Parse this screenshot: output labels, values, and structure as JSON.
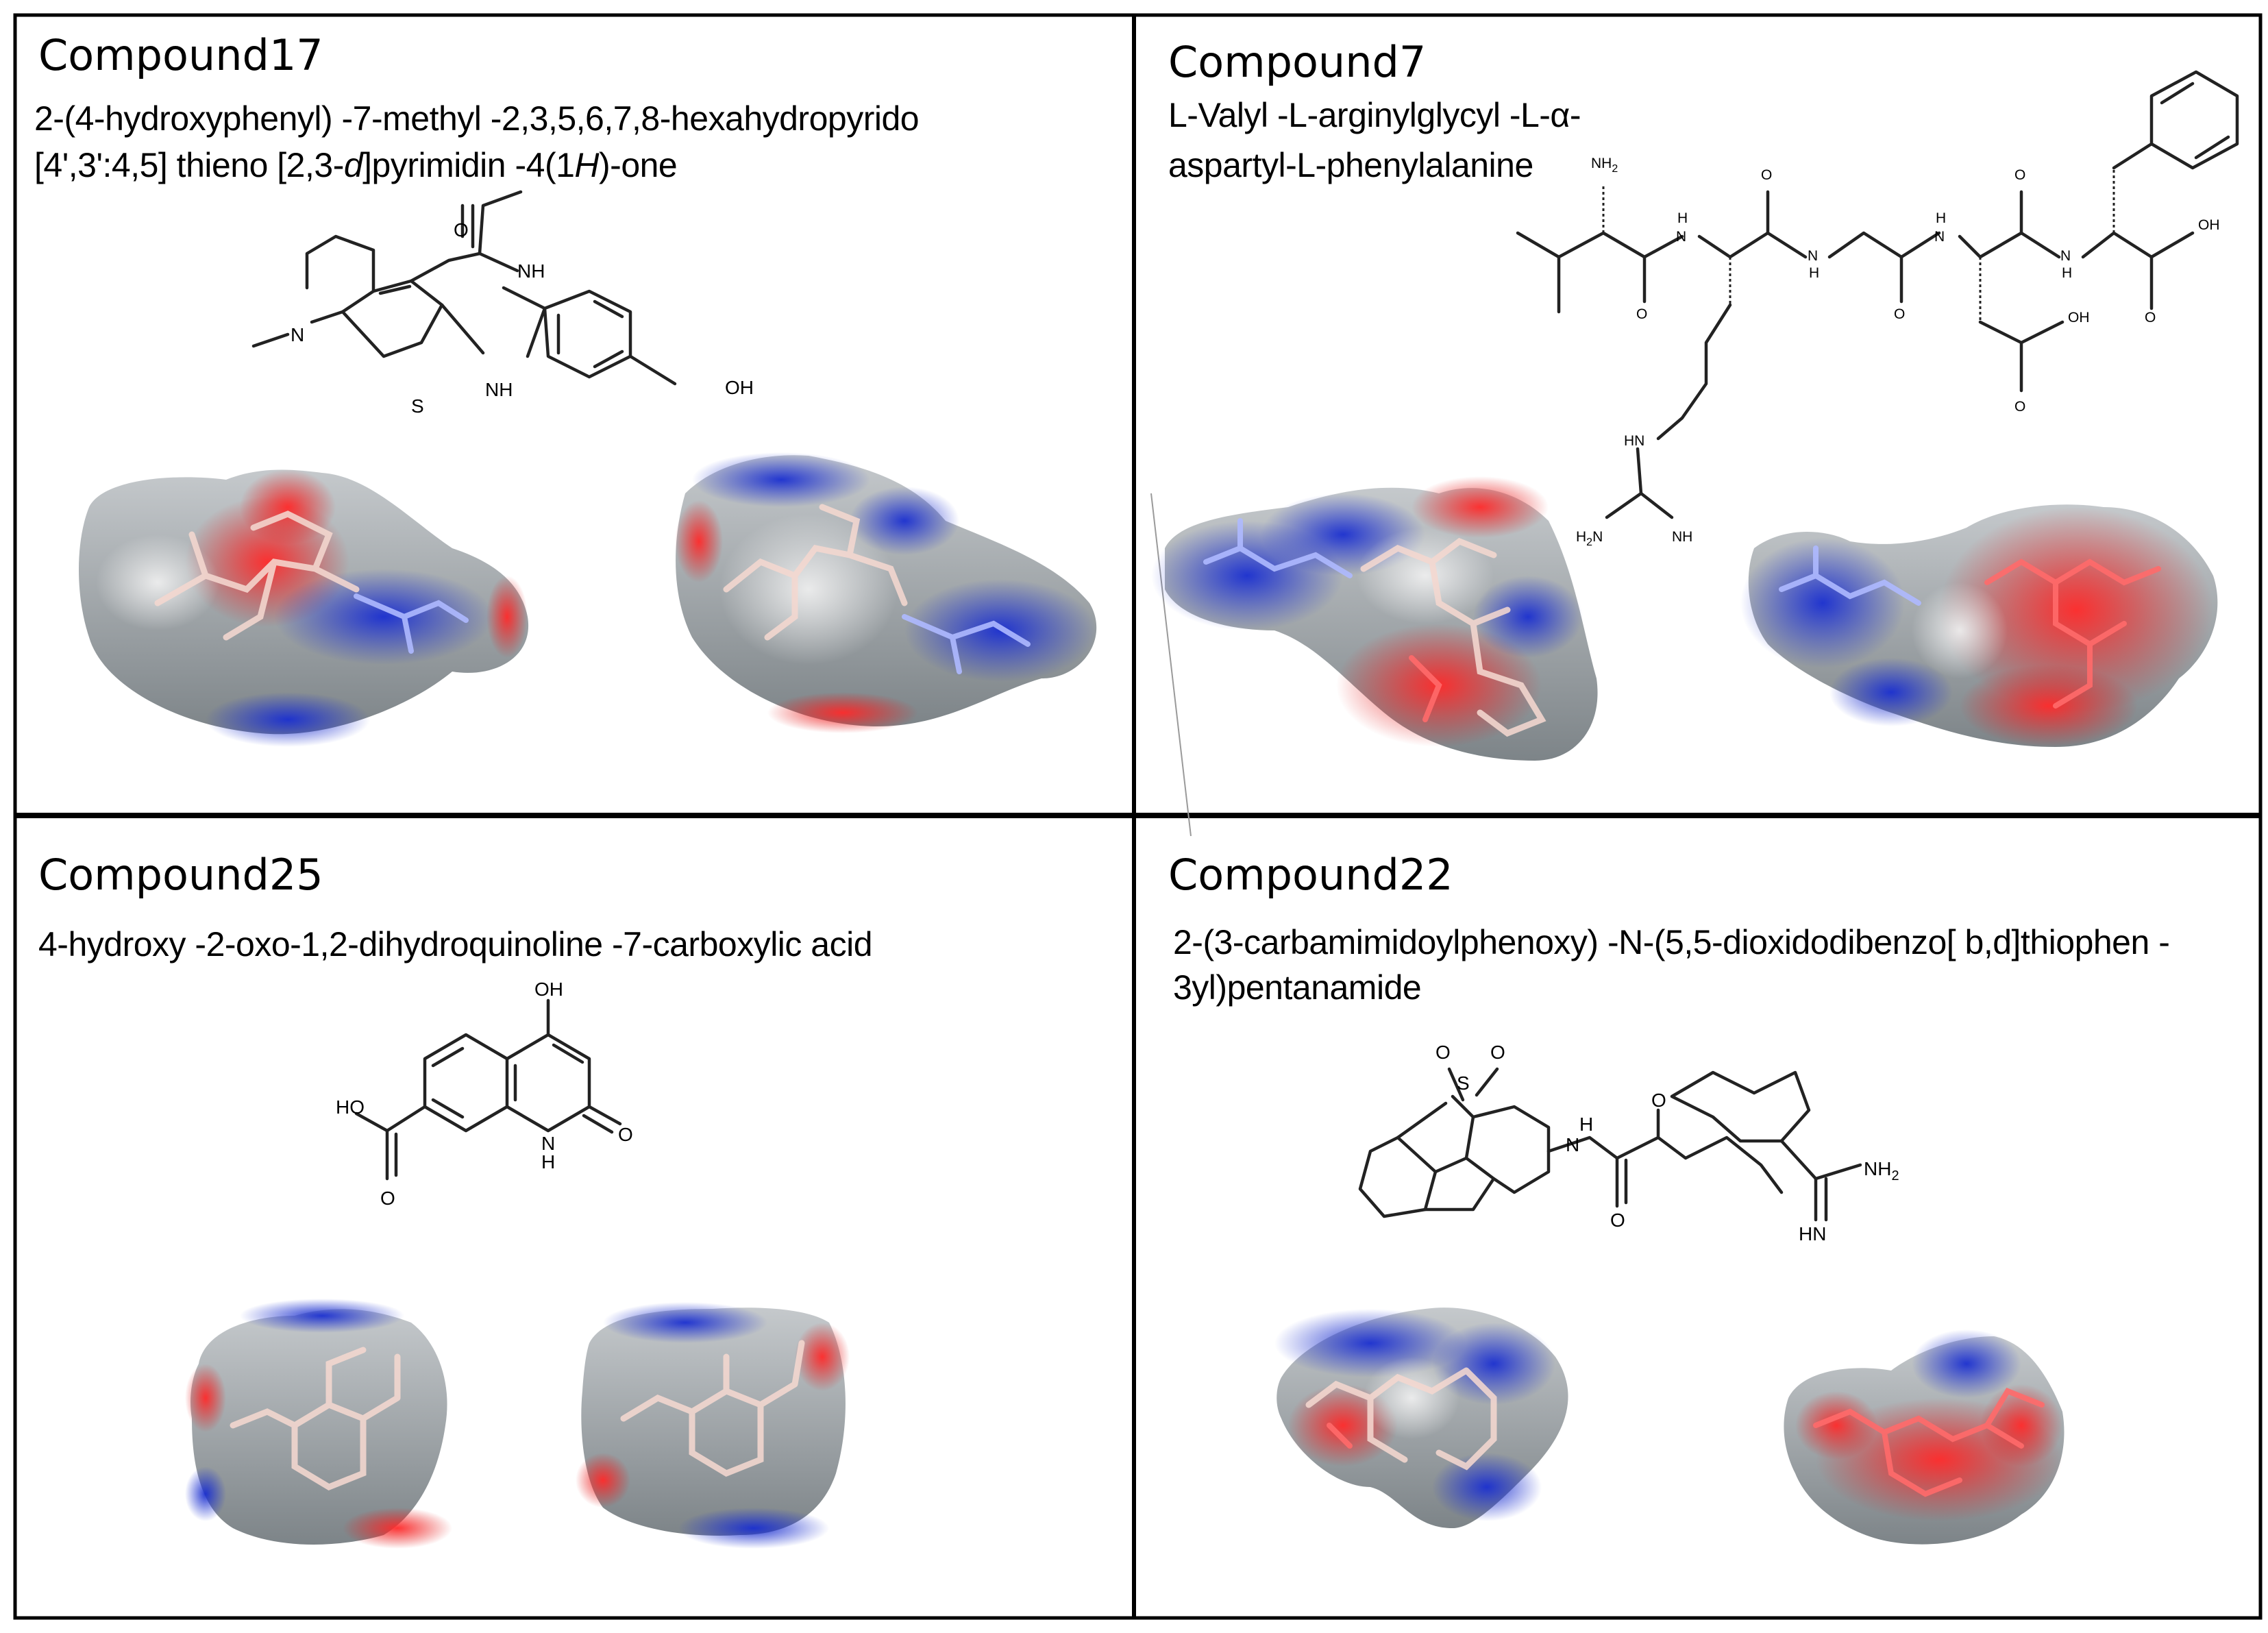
{
  "panels": [
    {
      "title": "Compound17",
      "name_line1": "2-(4-hydroxyphenyl) -7-methyl -2,3,5,6,7,8-hexahydropyrido",
      "name_line2_pre": "[4',3':4,5] thieno [2,3-",
      "name_line2_it1": "d",
      "name_line2_mid": "]pyrimidin -4(1",
      "name_line2_it2": "H",
      "name_line2_post": ")-one",
      "atoms": {
        "o": "O",
        "nh_top": "NH",
        "nh_bottom": "NH",
        "n": "N",
        "s": "S",
        "oh": "OH"
      }
    },
    {
      "title": "Compound7",
      "name_line1": "L-Valyl -L-arginylglycyl -L-α-",
      "name_line2": "aspartyl-L-phenylalanine",
      "atoms": {
        "nh2": "NH",
        "nh2_sub": "2",
        "o": "O",
        "n": "N",
        "h": "H",
        "oh": "OH",
        "hn": "HN",
        "h2n": "H",
        "h2n_sub": "2",
        "h2n_n": "N",
        "nh": "NH"
      }
    },
    {
      "title": "Compound25",
      "name_line1": "4-hydroxy -2-oxo-1,2-dihydroquinoline -7-carboxylic acid",
      "atoms": {
        "oh": "OH",
        "ho": "HO",
        "o": "O",
        "n": "N",
        "h": "H"
      }
    },
    {
      "title": "Compound22",
      "name_line1": "2-(3-carbamimidoylphenoxy) -N-(5,5-dioxidodibenzo[ b,d]thiophen -",
      "name_line2": "3yl)pentanamide",
      "atoms": {
        "s": "S",
        "o": "O",
        "n": "N",
        "h": "H",
        "nh2": "NH",
        "nh2_sub": "2",
        "hn": "HN"
      }
    }
  ],
  "colors": {
    "positive_potential": "#1c2fc4",
    "negative_potential": "#e01818",
    "neutral_surface": "#9aa0a4",
    "border": "#000000"
  }
}
